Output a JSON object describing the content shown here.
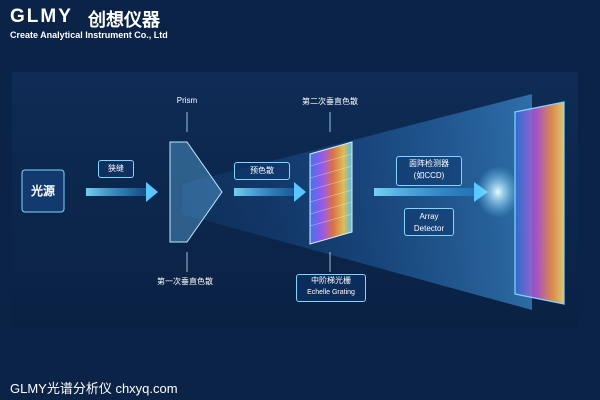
{
  "brand": {
    "logo_text": "GLMY",
    "name_cn": "创想仪器",
    "subtitle": "Create Analytical Instrument Co., Ltd"
  },
  "diagram": {
    "source_label": "光源",
    "slit_label": "狭缝",
    "prism_label": "Prism",
    "predispersion_label": "预色散",
    "first_dispersion_label": "第一次垂直色散",
    "second_dispersion_label": "第二次垂直色散",
    "grating_label_cn": "中阶梯光栅",
    "grating_label_en": "Echelle Grating",
    "detector_label_cn": "面阵检测器",
    "detector_label_sub": "(如CCD)",
    "array_detector_label": "Array Detector"
  },
  "footer": {
    "text": "GLMY光谱分析仪   chxyq.com"
  },
  "colors": {
    "background": "#0b2346",
    "panel": "#0e2c56",
    "accent": "#39b4ff",
    "glow": "#7fd6ff"
  }
}
